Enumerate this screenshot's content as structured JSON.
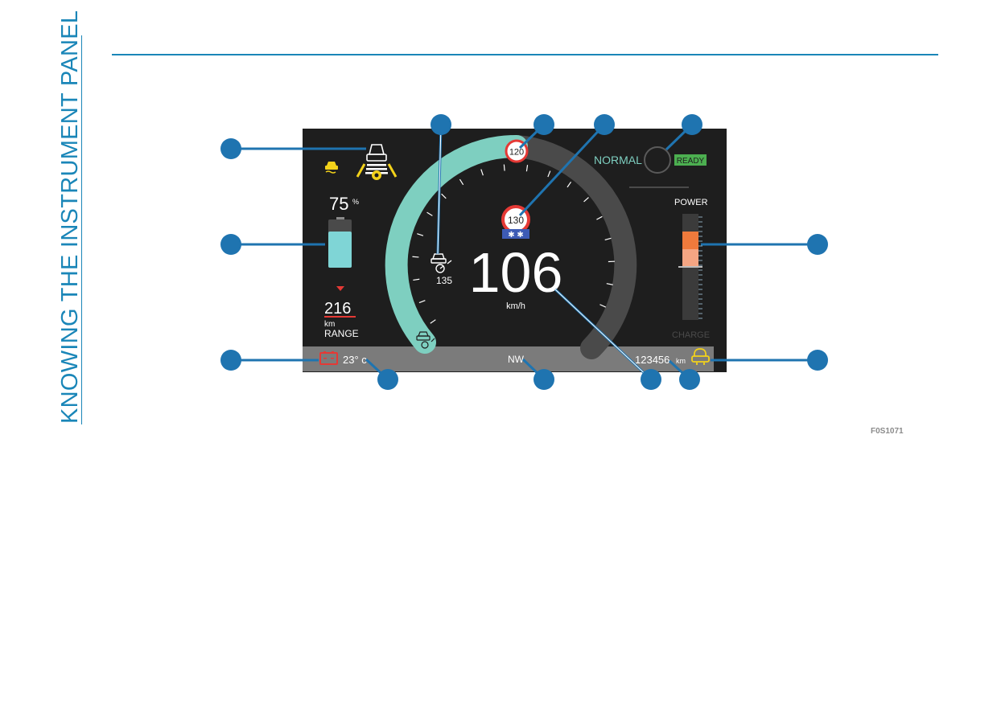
{
  "page": {
    "section_title": "KNOWING THE INSTRUMENT PANEL",
    "figure_code": "F0S1071"
  },
  "cluster": {
    "battery_percent": "75",
    "percent_sign": "%",
    "range_value": "216",
    "range_unit": "km",
    "range_label": "RANGE",
    "speed_limit_top": "120",
    "speed_limit_sign": "130",
    "speed_limit_stars": "✱ ✱",
    "cruise_speed": "135",
    "speed": "106",
    "speed_unit": "km/h",
    "drive_mode": "NORMAL",
    "ready": "READY",
    "power_label": "POWER",
    "charge_label": "CHARGE",
    "outside_temp": "23° c",
    "compass": "NW",
    "odometer": "123456",
    "odometer_unit": "km",
    "power_level": 0.35
  },
  "colors": {
    "accent": "#1a86b8",
    "callout": "#1f74b0",
    "gauge_arc": "#7ecfc0",
    "warning_yellow": "#f3d21a",
    "ready_green": "#4caf50",
    "power_orange": "#ef7a3c",
    "battery_fill": "#7fd5d6",
    "red": "#e53935"
  },
  "icons": [
    "lane-assist-icon",
    "skid-warning-icon",
    "battery-gauge-icon",
    "cruise-control-icon",
    "speed-limit-sign-icon",
    "battery-warning-icon",
    "seat-heating-icon"
  ]
}
